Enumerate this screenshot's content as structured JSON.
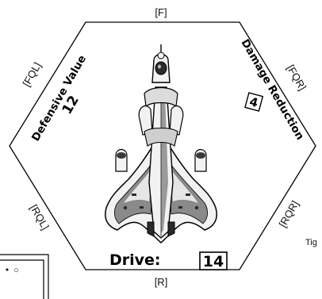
{
  "counter": {
    "arcs": {
      "front": "[F]",
      "front_left": "[FQL]",
      "front_right": "[FQR]",
      "rear_left": "[RQL]",
      "rear_right": "[RQR]",
      "rear": "[R]"
    },
    "defensive_value": {
      "label": "Defensive Value",
      "value": "12"
    },
    "damage_reduction": {
      "label": "Damage Reduction",
      "value": "4"
    },
    "drive": {
      "label": "Drive:",
      "value": "14"
    },
    "ship_icon": "starship-top-view-icon"
  },
  "neighbor_text": {
    "right_fragment": "Tig",
    "left_widget_glyph": "○"
  },
  "colors": {
    "outline": "#000000",
    "ship_fill": "#f2f2f2",
    "ship_shade": "#8a8a8a",
    "ship_dark": "#2a2a2a"
  }
}
